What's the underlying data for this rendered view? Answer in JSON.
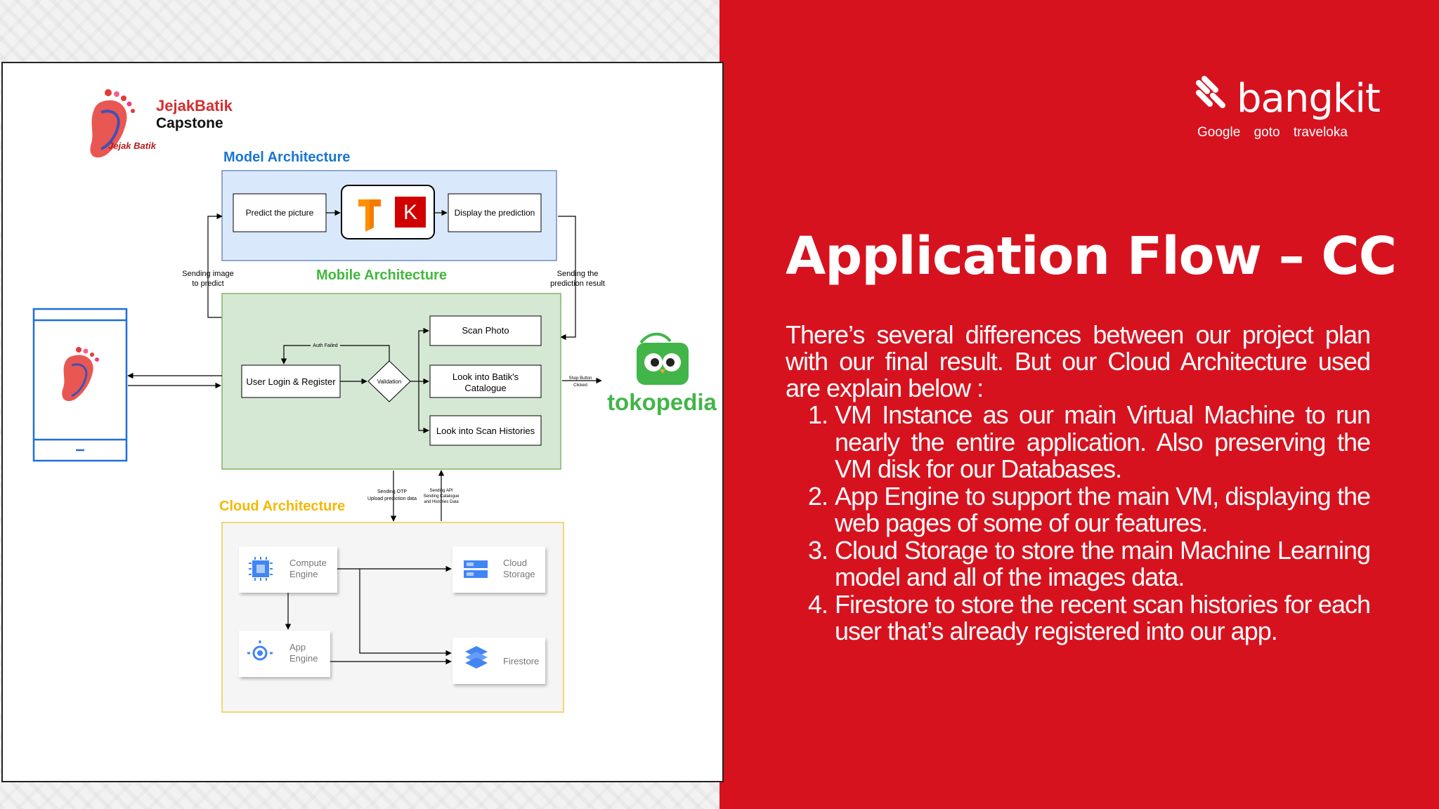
{
  "slide": {
    "title": "Application Flow – CC",
    "intro": "There’s several differences between our project plan with our final result. But our Cloud Architecture used are explain below :",
    "points": [
      {
        "num": "1.",
        "text": "VM Instance as our main Virtual Machine to run nearly the entire application. Also preserving the VM disk for our Databases."
      },
      {
        "num": "2.",
        "text": "App Engine to support the main VM, displaying the web pages of some of our features."
      },
      {
        "num": "3.",
        "text": "Cloud Storage to store the main Machine Learning model and all of the images data."
      },
      {
        "num": "4.",
        "text": "Firestore to store the recent scan histories for each user that’s already registered into our app."
      }
    ]
  },
  "branding": {
    "bangkit": "bangkit",
    "partners": [
      "Google",
      "goto",
      "traveloka"
    ]
  },
  "colors": {
    "right_panel": "#d7121f",
    "model_fill": "#dae8fc",
    "model_stroke": "#6c8ebf",
    "model_title": "#1976d2",
    "mobile_fill": "#d5e8d4",
    "mobile_stroke": "#82b366",
    "mobile_title": "#40b93c",
    "cloud_fill": "#f5f5f5",
    "cloud_stroke": "#f0c94a",
    "cloud_title": "#f5b800",
    "tokopedia": "#42b549"
  },
  "diagram": {
    "logo": {
      "line1": "JejakBatik",
      "line2": "Capstone",
      "mark": "Jejak Batik"
    },
    "model": {
      "title": "Model Architecture",
      "predict": "Predict the picture",
      "display": "Display the prediction",
      "tf_icon": "tensorflow-icon",
      "keras_letter": "K"
    },
    "mobile": {
      "title": "Mobile Architecture",
      "login": "User Login & Register",
      "validation": "Validation",
      "auth_failed": "Auth Failed",
      "scan": "Scan Photo",
      "catalogue_1": "Look into Batik's",
      "catalogue_2": "Catalogue",
      "histories": "Look into Scan Histories"
    },
    "edges": {
      "send_1": "Sending image",
      "send_2": "to predict",
      "result_1": "Sending the",
      "result_2": "prediction result",
      "shop_1": "Shop Button",
      "shop_2": "Clicked",
      "otp_1": "Sending OTP",
      "otp_2": "Upload prediction data",
      "api_1": "Sending API",
      "api_2": "Sending Catalogue",
      "api_3": "and Histories Data"
    },
    "cloud": {
      "title": "Cloud Architecture",
      "compute_1": "Compute",
      "compute_2": "Engine",
      "storage_1": "Cloud",
      "storage_2": "Storage",
      "app_1": "App",
      "app_2": "Engine",
      "firestore": "Firestore"
    },
    "tokopedia": "tokopedia"
  }
}
